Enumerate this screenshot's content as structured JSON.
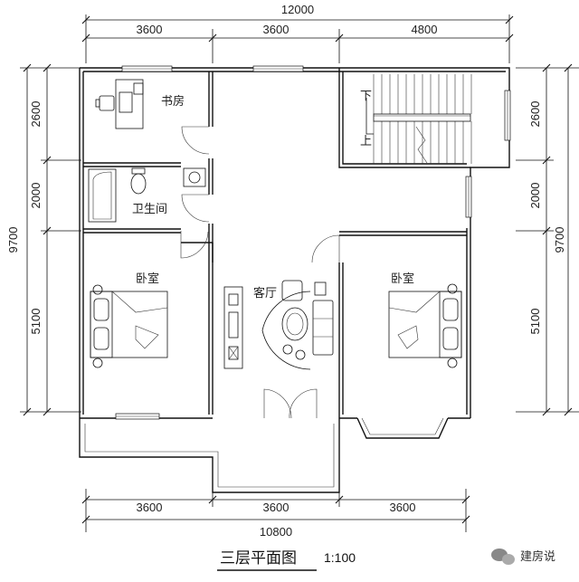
{
  "dimensions": {
    "top_total": "12000",
    "top_segments": [
      "3600",
      "3600",
      "4800"
    ],
    "bottom_total": "10800",
    "bottom_segments": [
      "3600",
      "3600",
      "3600"
    ],
    "left_total": "9700",
    "left_segments": [
      "2600",
      "2000",
      "5100"
    ],
    "right_total": "9700",
    "right_segments": [
      "2600",
      "2000",
      "5100"
    ]
  },
  "rooms": {
    "study": "书房",
    "bathroom": "卫生间",
    "bedroom_left": "卧室",
    "bedroom_right": "卧室",
    "living": "客厅"
  },
  "stairs": {
    "down": "下",
    "up": "上"
  },
  "caption": {
    "title": "三层平面图",
    "scale": "1:100"
  },
  "watermark": {
    "text": "建房说"
  }
}
